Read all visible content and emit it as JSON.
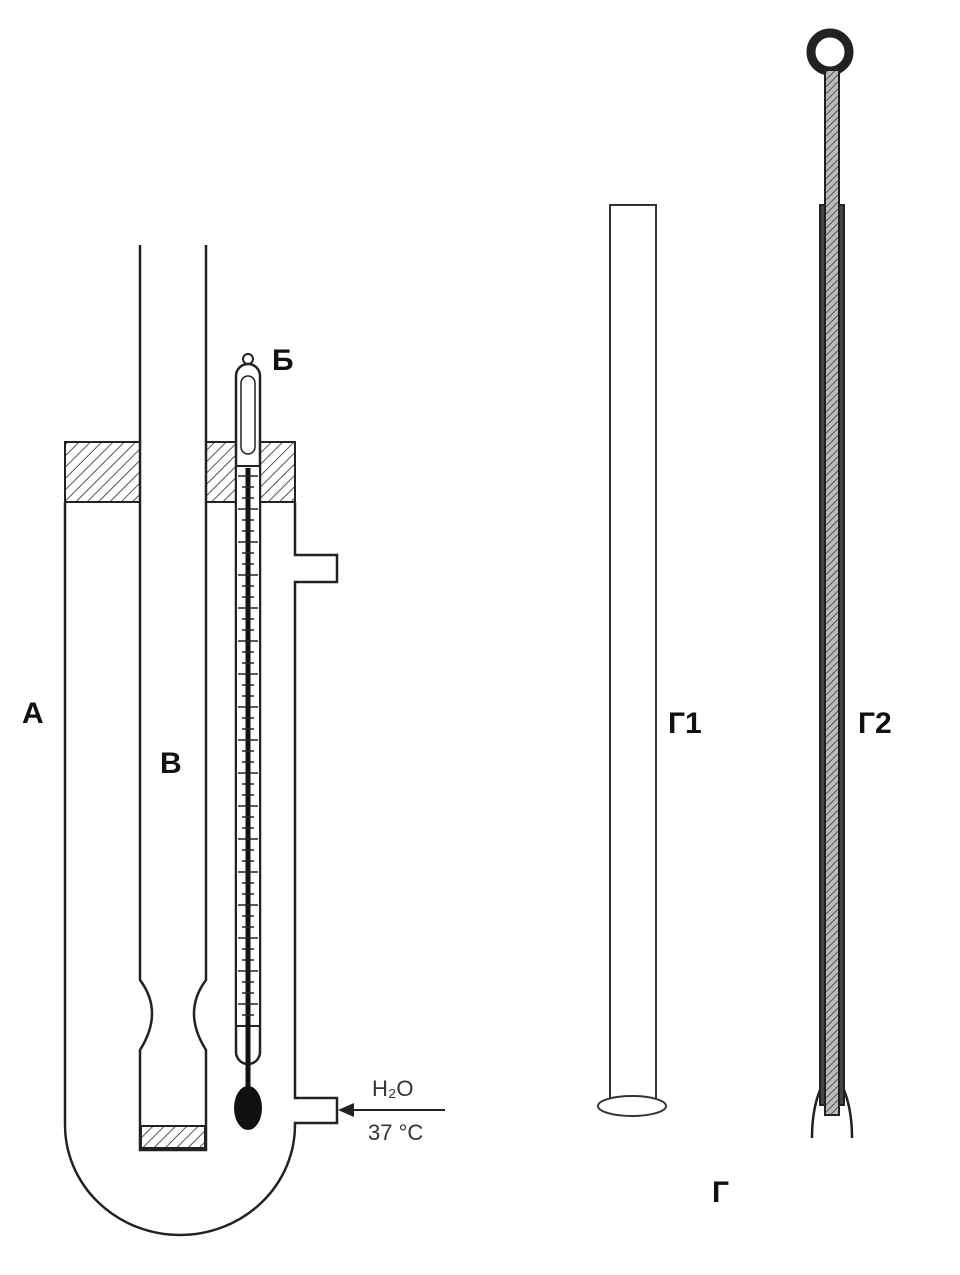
{
  "labels": {
    "a": "А",
    "b": "Б",
    "v": "В",
    "g": "Г",
    "g1": "Г1",
    "g2": "Г2",
    "water": "H₂O",
    "temp": "37 °C"
  },
  "colors": {
    "line": "#222222",
    "hatch": "#555555",
    "rod": "#444444"
  }
}
